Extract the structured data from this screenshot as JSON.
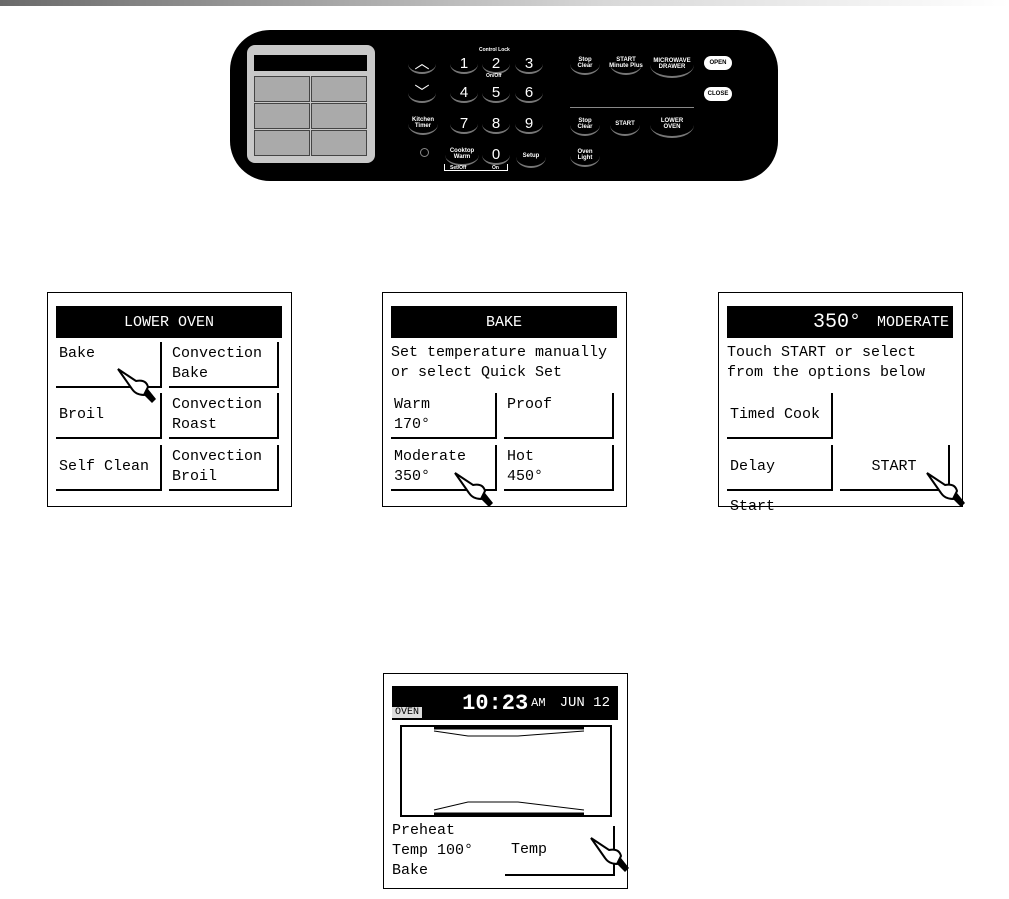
{
  "control_panel": {
    "nav_keys": [
      "up",
      "down"
    ],
    "number_keys": [
      "1",
      "2",
      "3",
      "4",
      "5",
      "6",
      "7",
      "8",
      "9",
      "0"
    ],
    "control_lock_label": "Control Lock",
    "on_off_label": "On/Off",
    "kitchen_timer": "Kitchen\nTimer",
    "cooktop_warm": "Cooktop\nWarm",
    "set_off": "Set/Off",
    "on": "On",
    "setup": "Setup",
    "stop_clear": "Stop\nClear",
    "start_minute_plus": "START\nMinute Plus",
    "microwave_drawer": "MICROWAVE\nDRAWER",
    "open": "OPEN",
    "close": "CLOSE",
    "start": "START",
    "lower_oven": "LOWER\nOVEN",
    "oven_light": "Oven\nLight"
  },
  "screens": [
    {
      "header": "LOWER OVEN",
      "buttons": [
        "Bake",
        "Convection\nBake",
        "Broil",
        "Convection\nRoast",
        "Self Clean",
        "Convection\nBroil"
      ]
    },
    {
      "header": "BAKE",
      "message": "Set temperature manually\nor select Quick Set",
      "buttons": [
        "Warm\n170°",
        "Proof",
        "Moderate\n350°",
        "Hot\n450°"
      ]
    },
    {
      "header_temp": "350°",
      "header_mode": "MODERATE",
      "message": "Touch START or select\nfrom the options below",
      "buttons": [
        "Timed Cook",
        "Delay Start",
        "START"
      ]
    },
    {
      "time": "10:23",
      "ampm": "AM",
      "date": "JUN 12",
      "tab": "OVEN",
      "status": "Preheat\nTemp 100°\nBake",
      "button": "Temp"
    }
  ]
}
